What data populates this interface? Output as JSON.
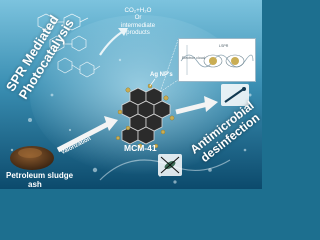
{
  "title_lines": [
    "SPR Mediated",
    "Photocatalysis"
  ],
  "products": [
    "CO₂+H₂O",
    "Or",
    "intermediate",
    "products"
  ],
  "ag_label": "Ag NP's",
  "mcm_label": "MCM-41",
  "antimicrobial_lines": [
    "Antimicrobial",
    "desinfection"
  ],
  "valorization_label": "Valorization",
  "sludge_label": [
    "Petroleum sludge",
    "ash"
  ],
  "inset": {
    "left_text": "Electron cloud",
    "right_text": "LSPR"
  },
  "colors": {
    "background_top": "#4aa3c4",
    "background_bottom": "#0b4f73",
    "hexagon": "#2b2b2b",
    "ag_particle": "#c9ad54",
    "arrow": "#e9f4f8"
  }
}
